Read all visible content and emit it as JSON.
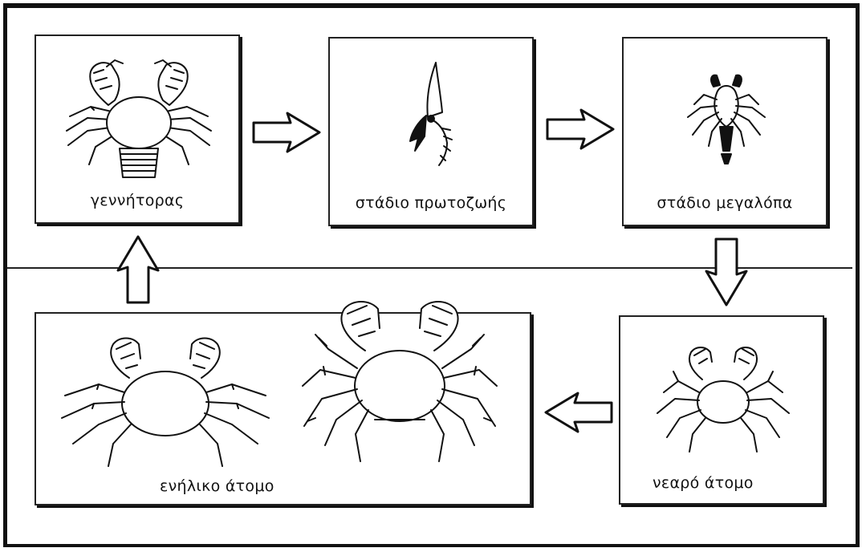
{
  "stages": {
    "parent": "γεννήτορας",
    "protozoea": "στάδιο πρωτοζωής",
    "megalopa": "στάδιο μεγαλόπα",
    "juvenile": "νεαρό άτομο",
    "adult": "ενήλικο άτομο"
  },
  "colors": {
    "ink": "#111111",
    "background": "#ffffff"
  },
  "icons": {
    "parent": "crab-female-icon",
    "protozoea": "zoea-larva-icon",
    "megalopa": "megalopa-larva-icon",
    "juvenile": "juvenile-crab-icon",
    "adult": "adult-crab-icon"
  }
}
